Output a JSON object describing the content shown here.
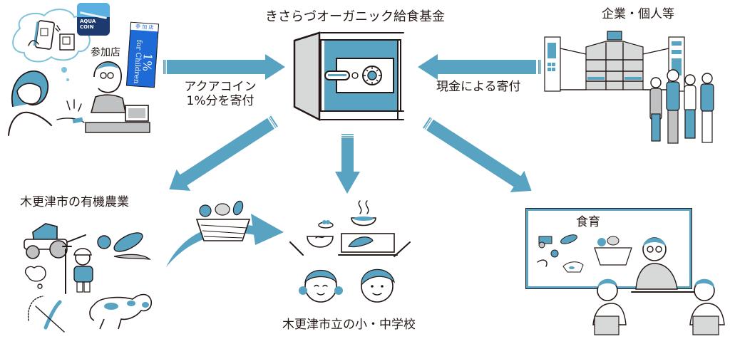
{
  "colors": {
    "accent_blue": "#58a3c2",
    "ink": "#231815",
    "grey": "#d7d9d9",
    "banner_blue": "#1e6ad6",
    "coin_navy": "#1c3a6e"
  },
  "fund": {
    "title": "きさらづオーガニック給食基金",
    "icon": "safe-icon"
  },
  "left_source": {
    "shop_label": "参加店",
    "coin_app": {
      "line1": "AQUA",
      "line2": "COIN"
    },
    "banner": {
      "header": "参 加 店",
      "big": "1%",
      "sub": "for Children"
    },
    "arrow_label_line1": "アクアコイン",
    "arrow_label_line2": "1%分を寄付"
  },
  "right_source": {
    "title": "企業・個人等",
    "arrow_label": "現金による寄付"
  },
  "outputs": {
    "farming": {
      "title": "木更津市の有機農業"
    },
    "schools": {
      "title": "木更津市立の小・中学校"
    },
    "food_education": {
      "title": "食育"
    }
  }
}
